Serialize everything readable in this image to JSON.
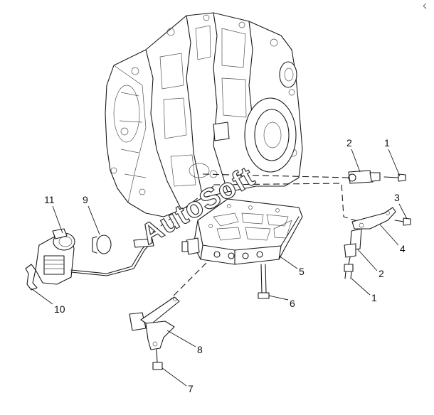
{
  "callouts": [
    {
      "id": "c1a",
      "label": "1"
    },
    {
      "id": "c2a",
      "label": "2"
    },
    {
      "id": "c3",
      "label": "3"
    },
    {
      "id": "c4",
      "label": "4"
    },
    {
      "id": "c2b",
      "label": "2"
    },
    {
      "id": "c1b",
      "label": "1"
    },
    {
      "id": "c5",
      "label": "5"
    },
    {
      "id": "c6",
      "label": "6"
    },
    {
      "id": "c8",
      "label": "8"
    },
    {
      "id": "c7",
      "label": "7"
    },
    {
      "id": "c11",
      "label": "11"
    },
    {
      "id": "c9",
      "label": "9"
    },
    {
      "id": "c10",
      "label": "10"
    }
  ],
  "watermark": "AutoSoft",
  "corner_mark": "☇"
}
